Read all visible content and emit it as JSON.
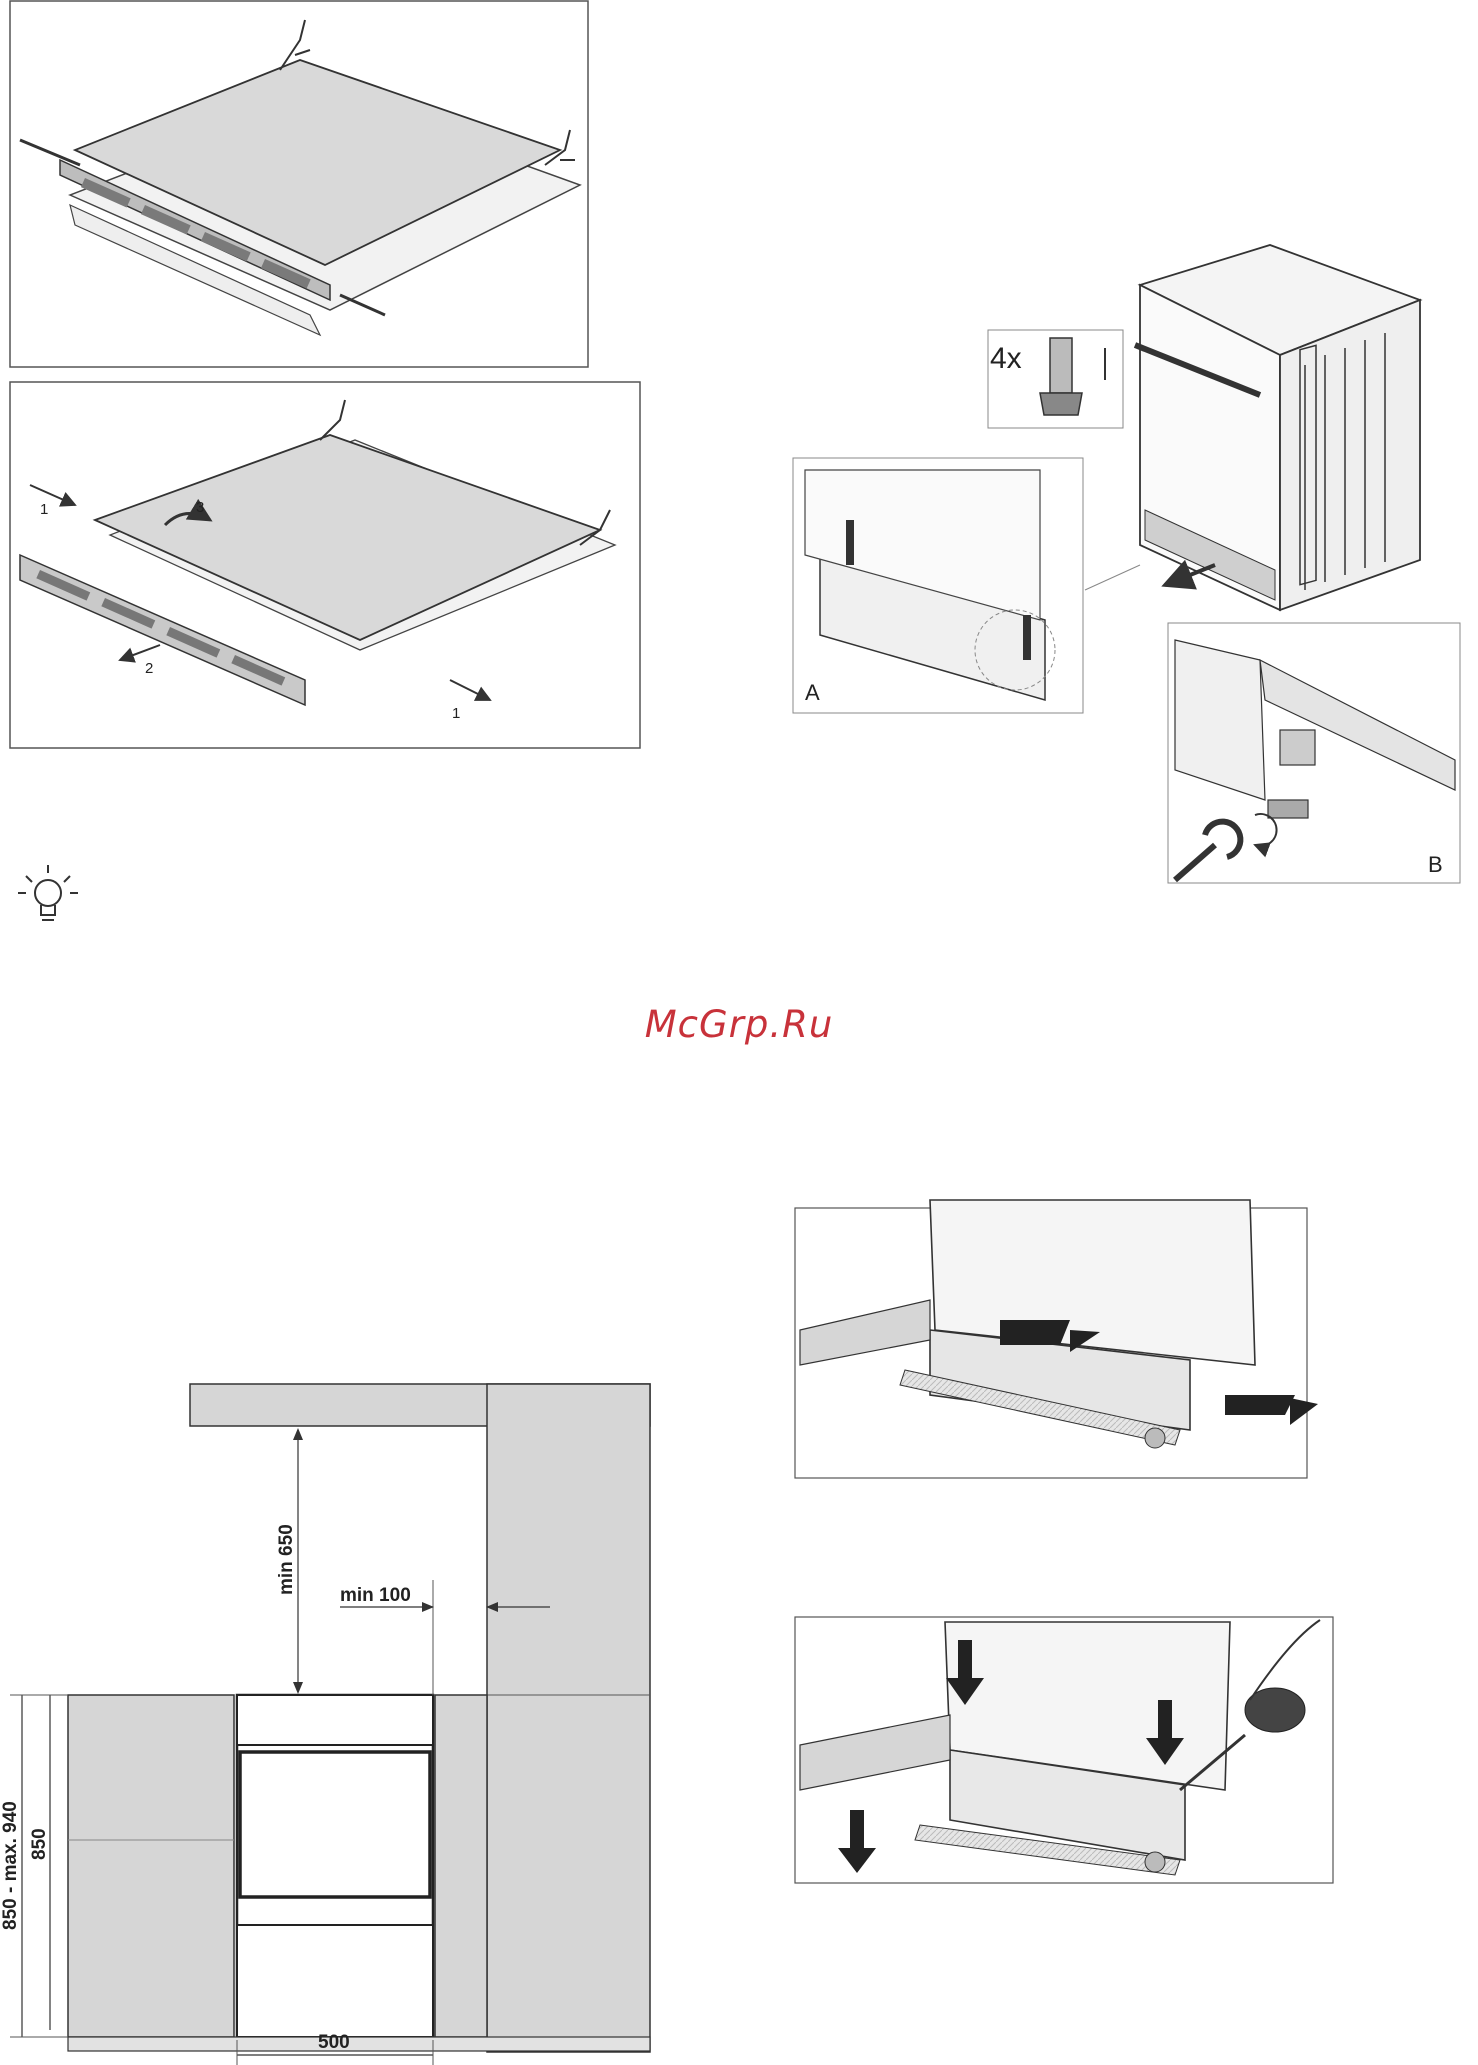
{
  "watermark": "McGrp.Ru",
  "fig_top_right": {
    "quantity_label": "4x",
    "panel_a_label": "A",
    "panel_b_label": "B"
  },
  "fig_panel_removal": {
    "step1": "1",
    "step2": "2",
    "step3": "3"
  },
  "fig_installation": {
    "min_height": "min 650",
    "min_side": "min 100",
    "height_range": "850 - max. 940",
    "height": "850",
    "width": "500"
  }
}
